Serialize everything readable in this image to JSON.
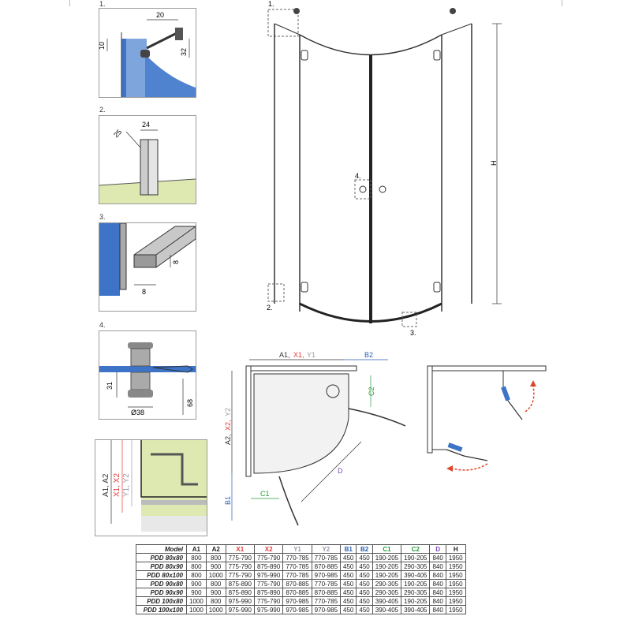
{
  "details": [
    {
      "num": "1.",
      "dims": [
        "20",
        "10",
        "32"
      ]
    },
    {
      "num": "2.",
      "dims": [
        "25",
        "24"
      ]
    },
    {
      "num": "3.",
      "dims": [
        "8",
        "8"
      ]
    },
    {
      "num": "4.",
      "dims": [
        "31",
        "Ø38",
        "68"
      ]
    }
  ],
  "main_callouts": {
    "c1": "1.",
    "c2": "2.",
    "c3": "3.",
    "c4": "4.",
    "height": "H"
  },
  "plan_labels": {
    "top_a1": "A1,",
    "top_x1": "X1,",
    "top_y1": "Y1",
    "top_b2": "B2",
    "left_a2": "A2,",
    "left_x2": "X2,",
    "left_y2": "Y2",
    "left_b1": "B1",
    "c1": "C1",
    "c2": "C2",
    "d": "D"
  },
  "section_labels": {
    "a1a2": "A1, A2",
    "x1x2": "X1, X2",
    "y1y2": "Y1, Y2"
  },
  "colors": {
    "x": "#e03a3a",
    "y": "#9a9aa8",
    "b": "#2a5db0",
    "c": "#2a9a3a",
    "d": "#7a4ab8",
    "arrow": "#e0462a",
    "glass": "#3d74c8",
    "tray": "#dde9b0"
  },
  "table": {
    "headers": [
      "Model",
      "A1",
      "A2",
      "X1",
      "X2",
      "Y1",
      "Y2",
      "B1",
      "B2",
      "C1",
      "C2",
      "D",
      "H"
    ],
    "rows": [
      [
        "PDD 80x80",
        "800",
        "800",
        "775-790",
        "775-790",
        "770-785",
        "770-785",
        "450",
        "450",
        "190-205",
        "190-205",
        "840",
        "1950"
      ],
      [
        "PDD 80x90",
        "800",
        "900",
        "775-790",
        "875-890",
        "770-785",
        "870-885",
        "450",
        "450",
        "190-205",
        "290-305",
        "840",
        "1950"
      ],
      [
        "PDD 80x100",
        "800",
        "1000",
        "775-790",
        "975-990",
        "770-785",
        "970-985",
        "450",
        "450",
        "190-205",
        "390-405",
        "840",
        "1950"
      ],
      [
        "PDD 90x80",
        "900",
        "800",
        "875-890",
        "775-790",
        "870-885",
        "770-785",
        "450",
        "450",
        "290-305",
        "190-205",
        "840",
        "1950"
      ],
      [
        "PDD 90x90",
        "900",
        "900",
        "875-890",
        "875-890",
        "870-885",
        "870-885",
        "450",
        "450",
        "290-305",
        "290-305",
        "840",
        "1950"
      ],
      [
        "PDD 100x80",
        "1000",
        "800",
        "975-990",
        "775-790",
        "970-985",
        "770-785",
        "450",
        "450",
        "390-405",
        "190-205",
        "840",
        "1950"
      ],
      [
        "PDD 100x100",
        "1000",
        "1000",
        "975-990",
        "975-990",
        "970-985",
        "970-985",
        "450",
        "450",
        "390-405",
        "390-405",
        "840",
        "1950"
      ]
    ]
  }
}
